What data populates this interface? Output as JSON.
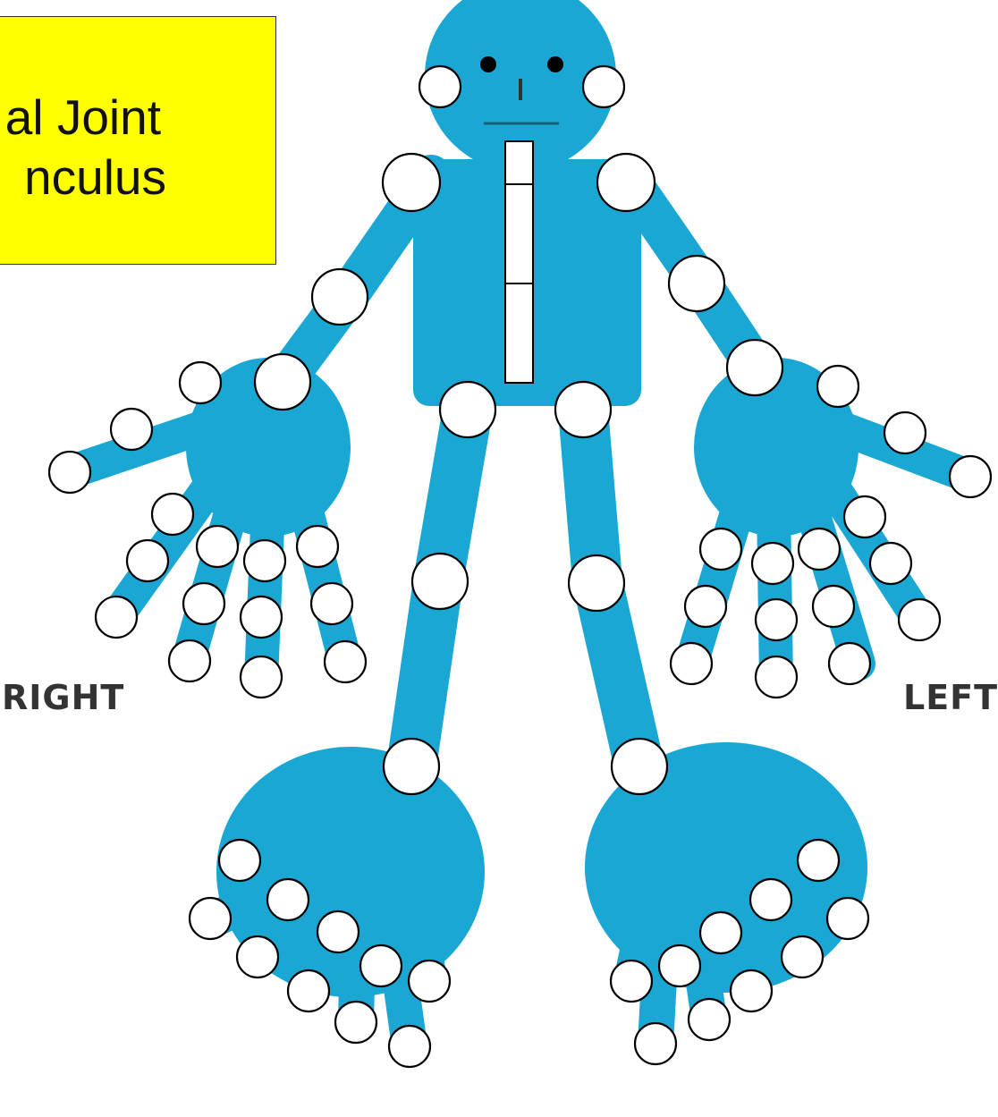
{
  "title": {
    "line1": "al Joint",
    "line2": "nculus"
  },
  "side_labels": {
    "right": "RIGHT",
    "left": "LEFT"
  },
  "colors": {
    "body": "#1aa7d3",
    "title_box": "#ffff00",
    "joint_fill": "#ffffff"
  }
}
